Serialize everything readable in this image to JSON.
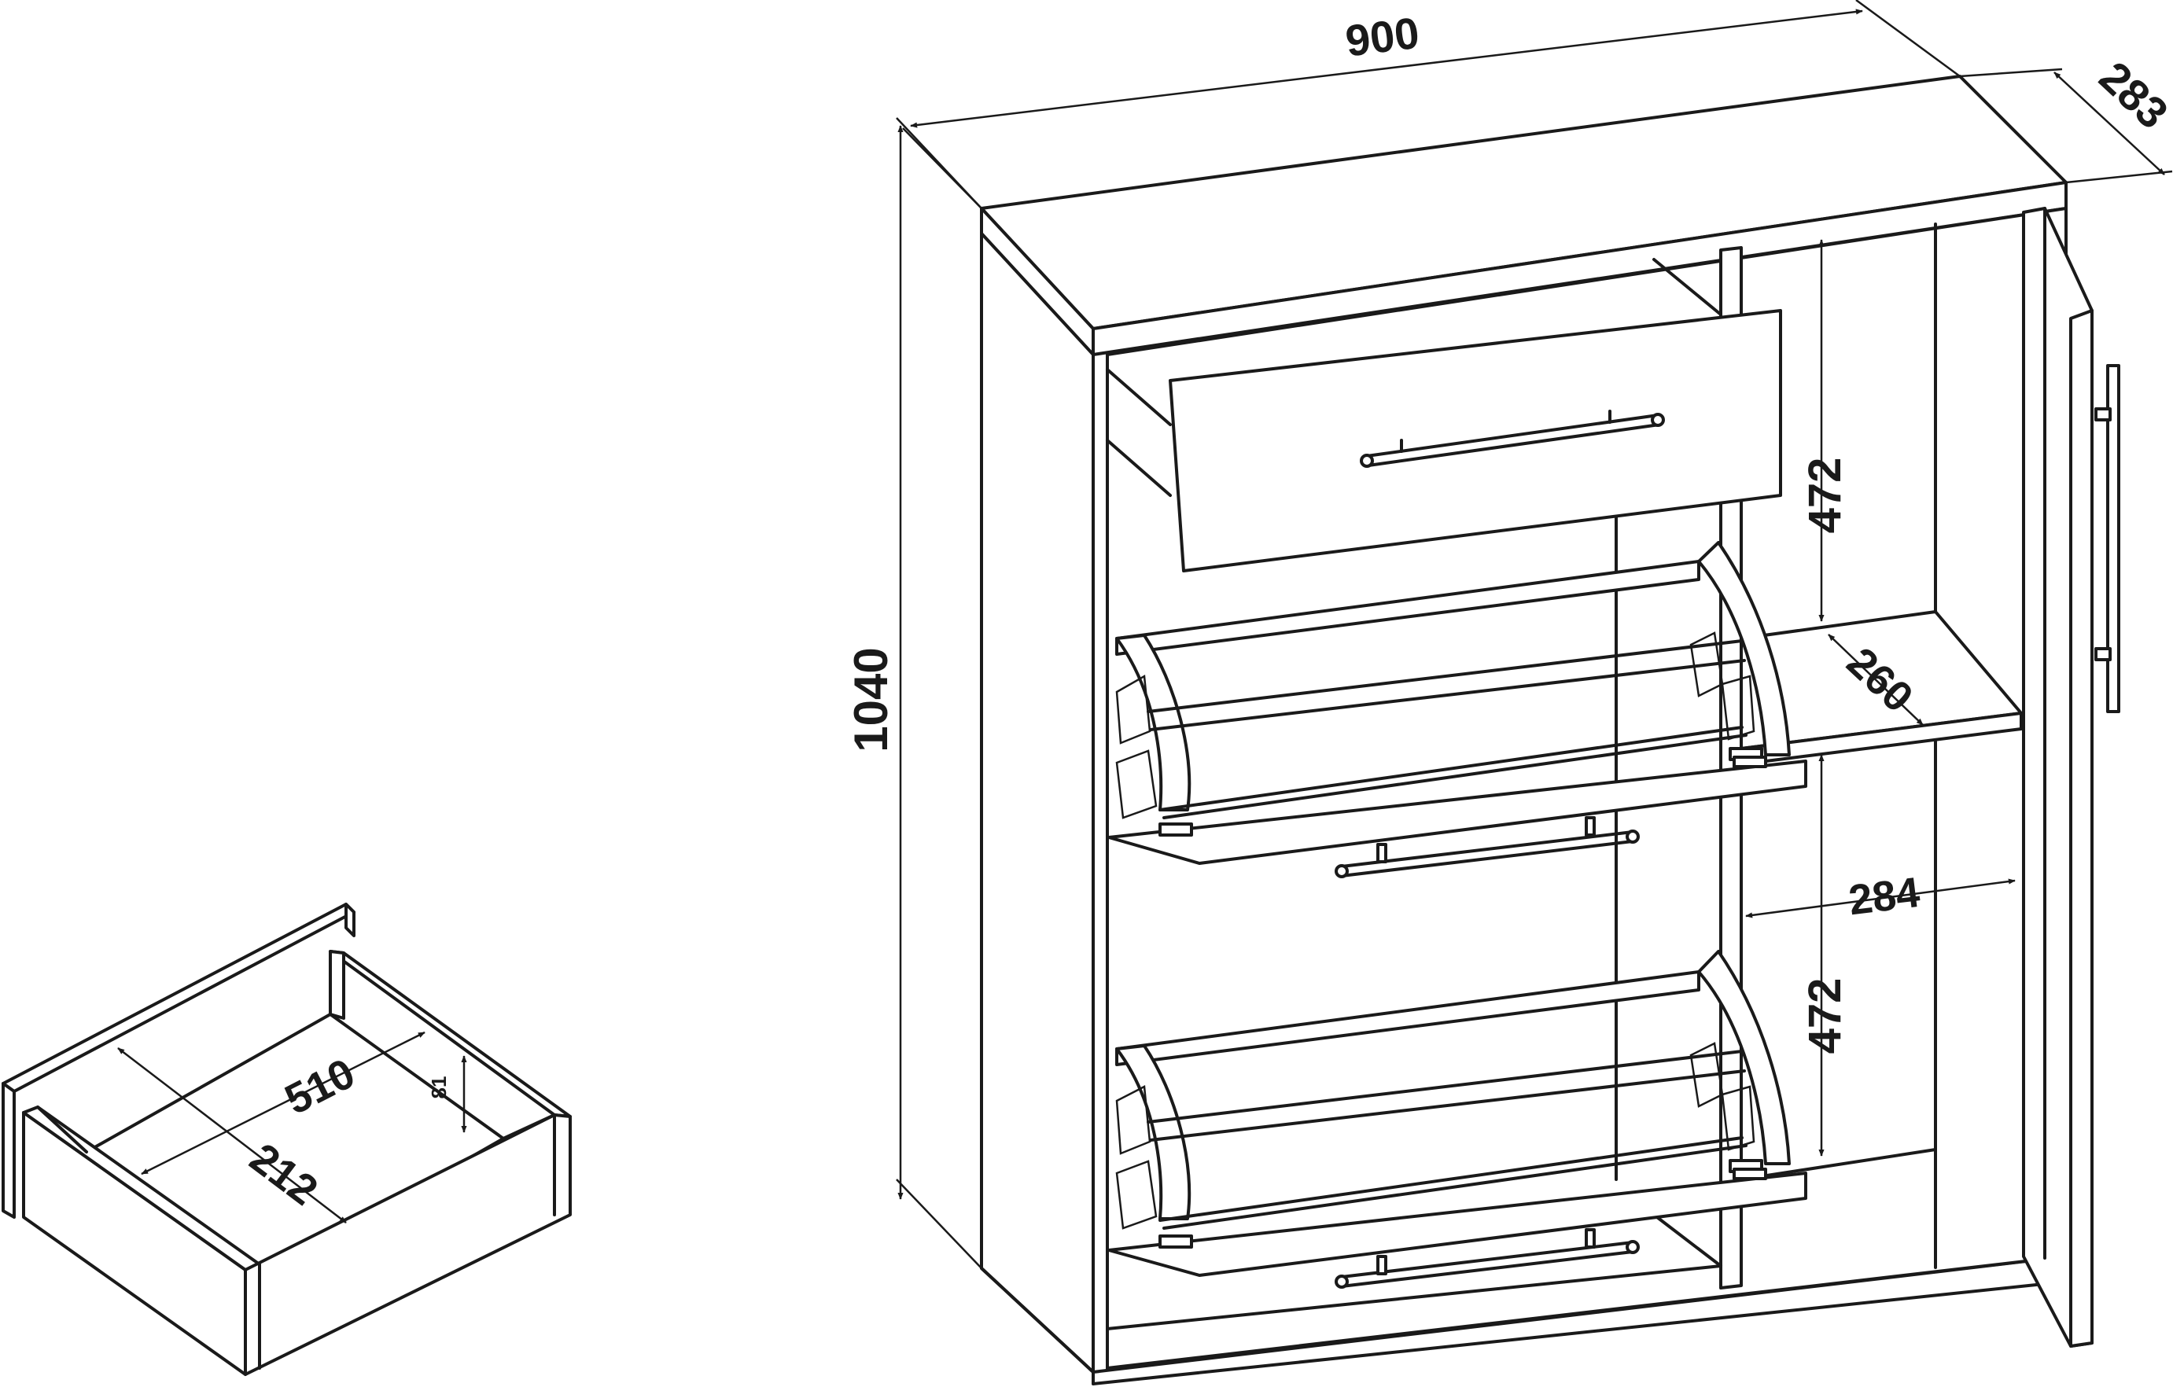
{
  "dimensions": {
    "width": "900",
    "depth": "283",
    "height": "1040",
    "compartment_height_upper": "472",
    "compartment_height_lower": "472",
    "shelf_depth": "260",
    "compartment_width": "284",
    "drawer_length": "510",
    "drawer_width": "212",
    "drawer_height": "81"
  }
}
